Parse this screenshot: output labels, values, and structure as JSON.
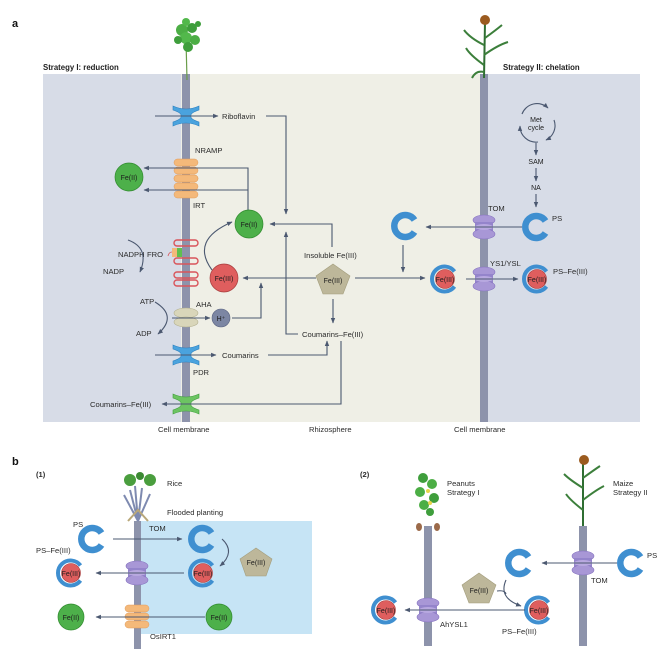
{
  "figure": {
    "panel_a": {
      "label": "a",
      "left_title": "Strategy I: reduction",
      "right_title": "Strategy II: chelation",
      "transporters": {
        "riboflavin_exporter": "",
        "nramp": "NRAMP",
        "irt": "IRT",
        "fro": "FRO",
        "aha": "AHA",
        "pdr": "PDR",
        "tom": "TOM",
        "ys1": "YS1/YSL"
      },
      "molecules": {
        "riboflavin": "Riboflavin",
        "nadph": "NADPH",
        "nadp": "NADP",
        "atp": "ATP",
        "adp": "ADP",
        "h_plus": "H⁺",
        "coumarins": "Coumarins",
        "coumarins_fe_out": "Coumarins–Fe(III)",
        "coumarins_fe_in": "Coumarins–Fe(III)",
        "insoluble_fe": "Insoluble Fe(III)",
        "fe2": "Fe(II)",
        "fe3": "Fe(III)",
        "met_cycle": "Met\ncycle",
        "met_line1": "Met",
        "met_line2": "cycle",
        "sam": "SAM",
        "na": "NA",
        "ps": "PS",
        "ps_fe3": "PS–Fe(III)"
      },
      "regions": {
        "cell_membrane_left": "Cell membrane",
        "rhizosphere": "Rhizosphere",
        "cell_membrane_right": "Cell membrane"
      }
    },
    "panel_b": {
      "label": "b",
      "sub1": {
        "label": "(1)",
        "plant": "Rice",
        "condition": "Flooded planting",
        "ps": "PS",
        "ps_fe3": "PS–Fe(III)",
        "tom": "TOM",
        "osirt1": "OsIRT1",
        "fe2": "Fe(II)",
        "fe3": "Fe(III)"
      },
      "sub2": {
        "label": "(2)",
        "plant1_line1": "Peanuts",
        "plant1_line2": "Strategy I",
        "plant2_line1": "Maize",
        "plant2_line2": "Strategy II",
        "ps": "PS",
        "tom": "TOM",
        "ahysl1": "AhYSL1",
        "ps_fe3": "PS–Fe(III)",
        "fe3": "Fe(III)"
      }
    },
    "colors": {
      "root_zone": "#d7dce7",
      "rhizosphere": "#efefe6",
      "flooded_water": "#c6e4f5",
      "membrane": "#8d93ab",
      "fe2_green": "#4db04a",
      "fe3_red": "#df5e5e",
      "ps_blue": "#3f8fd0",
      "insoluble_fe": "#bdb79a",
      "tom_purple": "#a897d6",
      "irt_orange": "#f4b97a",
      "pdr_blue": "#4aa3de",
      "green_exporter": "#6cc462",
      "aha_beige": "#d9d6ba",
      "h_ion": "#7c86a3",
      "arrow": "#4b5870"
    }
  }
}
